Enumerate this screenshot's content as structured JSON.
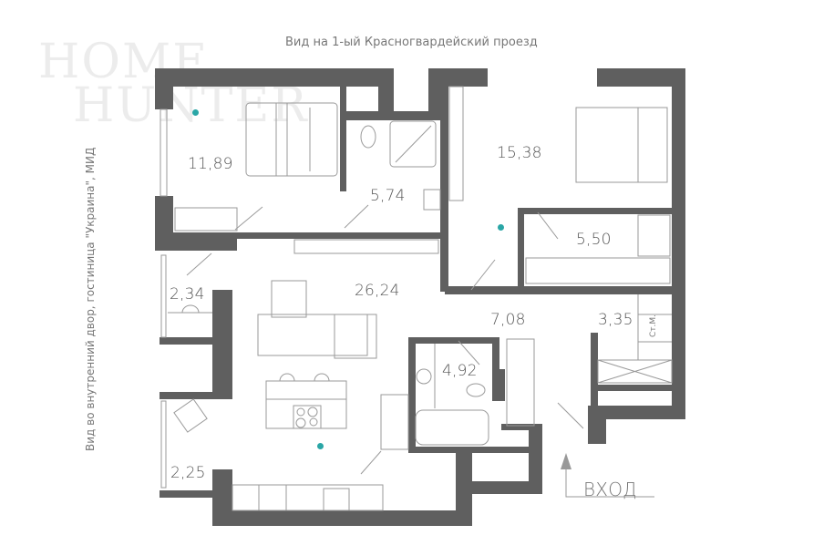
{
  "watermark": {
    "line1": "HOME",
    "line2": "HUNTER"
  },
  "captions": {
    "top_view": "Вид на 1-ый Красногвардейский проезд",
    "side_view": "Вид во внутренний двор, гостиница \"Украина\", МИД",
    "entrance": "ВХОД",
    "wardrobe_tag": "Ст.М."
  },
  "rooms": [
    {
      "id": "bedroom-1",
      "area": "11,89"
    },
    {
      "id": "bathroom-1",
      "area": "5,74"
    },
    {
      "id": "bedroom-2",
      "area": "15,38"
    },
    {
      "id": "wardrobe",
      "area": "5,50"
    },
    {
      "id": "balcony-1",
      "area": "2,34"
    },
    {
      "id": "living-kitchen",
      "area": "26,24"
    },
    {
      "id": "hallway",
      "area": "7,08"
    },
    {
      "id": "storage",
      "area": "3,35"
    },
    {
      "id": "bathroom-2",
      "area": "4,92"
    },
    {
      "id": "balcony-2",
      "area": "2,25"
    }
  ],
  "colors": {
    "wall": "#5f5f5f",
    "marker": "#2aa6a6",
    "line": "#9a9a9a",
    "text": "#555555"
  }
}
